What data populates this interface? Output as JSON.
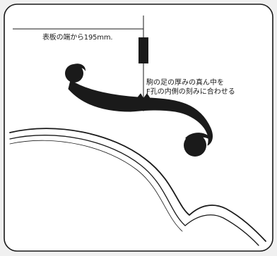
{
  "annotations": {
    "distance_note": "表板の端から195mm.",
    "alignment_note_line1": "駒の足の厚みの真ん中を",
    "alignment_note_line2": "F孔の内側の刻みに合わせる"
  },
  "colors": {
    "ink": "#1a1a1a",
    "panel_fill": "#ffffff",
    "page_background": "#f0f0f0"
  }
}
